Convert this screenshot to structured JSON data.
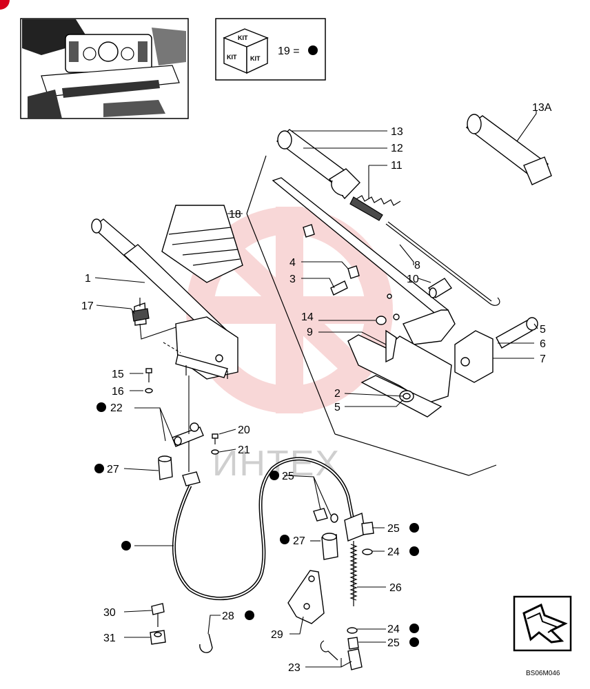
{
  "kit": {
    "cube_label": "KIT",
    "equation": "19 ="
  },
  "watermark": "ИНТЕХ",
  "drawing_code": "BS06M046",
  "callouts": {
    "c1": "1",
    "c2": "2",
    "c3": "3",
    "c4": "4",
    "c5a": "5",
    "c5b": "5",
    "c6": "6",
    "c7": "7",
    "c8": "8",
    "c9": "9",
    "c10": "10",
    "c11": "11",
    "c12": "12",
    "c13": "13",
    "c13a": "13A",
    "c14": "14",
    "c15": "15",
    "c16": "16",
    "c17": "17",
    "c18": "18",
    "c20": "20",
    "c21": "21",
    "c22": "22",
    "c23": "23",
    "c24a": "24",
    "c24b": "24",
    "c25a": "25",
    "c25b": "25",
    "c25c": "25",
    "c26": "26",
    "c27a": "27",
    "c27b": "27",
    "c28": "28",
    "c29": "29",
    "c30": "30",
    "c31": "31"
  },
  "colors": {
    "watermark_red": "#f4b8b8",
    "line": "#000000",
    "badge": "#d6001c"
  }
}
